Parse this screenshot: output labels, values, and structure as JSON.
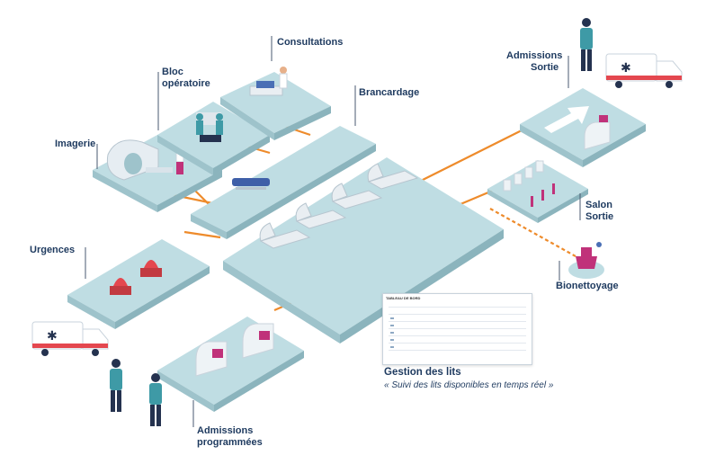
{
  "nodes": {
    "consultations": "Consultations",
    "bloc_line1": "Bloc",
    "bloc_line2": "opératoire",
    "imagerie": "Imagerie",
    "brancardage": "Brancardage",
    "urgences": "Urgences",
    "admissions_sortie_line1": "Admissions",
    "admissions_sortie_line2": "Sortie",
    "salon_line1": "Salon",
    "salon_line2": "Sortie",
    "bionettoyage": "Bionettoyage",
    "admissions_prog_line1": "Admissions",
    "admissions_prog_line2": "programmées",
    "gestion_title": "Gestion des lits",
    "gestion_subtitle": "« Suivi des lits disponibles en temps réel »"
  },
  "dashboard": {
    "title": "TABLEAU DE BORD"
  },
  "colors": {
    "platform_top": "#bfdde3",
    "platform_side": "#9ec3cb",
    "connector": "#ee8b2b",
    "label_text": "#1e3a5f",
    "figure_teal": "#3e9aa6",
    "figure_navy": "#24324f",
    "alarm_red": "#e4474f",
    "bed_frame": "#e9eef2",
    "accent_pink": "#c0327a"
  }
}
